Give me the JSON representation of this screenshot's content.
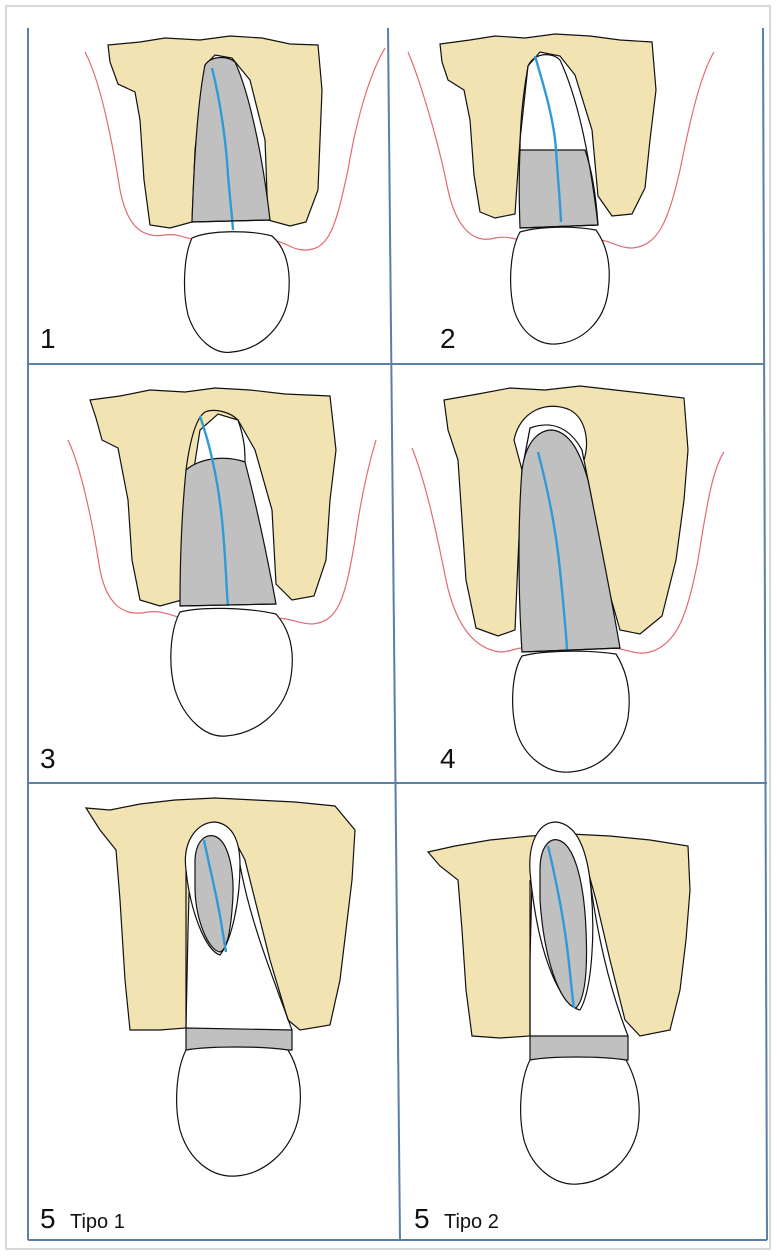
{
  "colors": {
    "bone": "#f2e3b2",
    "root": "#c0c0c0",
    "canal": "#2e9bd6",
    "gum": "#e36a72",
    "outline": "#111111",
    "grid": "#5b7fa6",
    "crown": "#ffffff"
  },
  "panels": [
    {
      "number": "1",
      "subtitle": ""
    },
    {
      "number": "2",
      "subtitle": ""
    },
    {
      "number": "3",
      "subtitle": ""
    },
    {
      "number": "4",
      "subtitle": ""
    },
    {
      "number": "5",
      "subtitle": "Tipo 1"
    },
    {
      "number": "5",
      "subtitle": "Tipo 2"
    }
  ]
}
